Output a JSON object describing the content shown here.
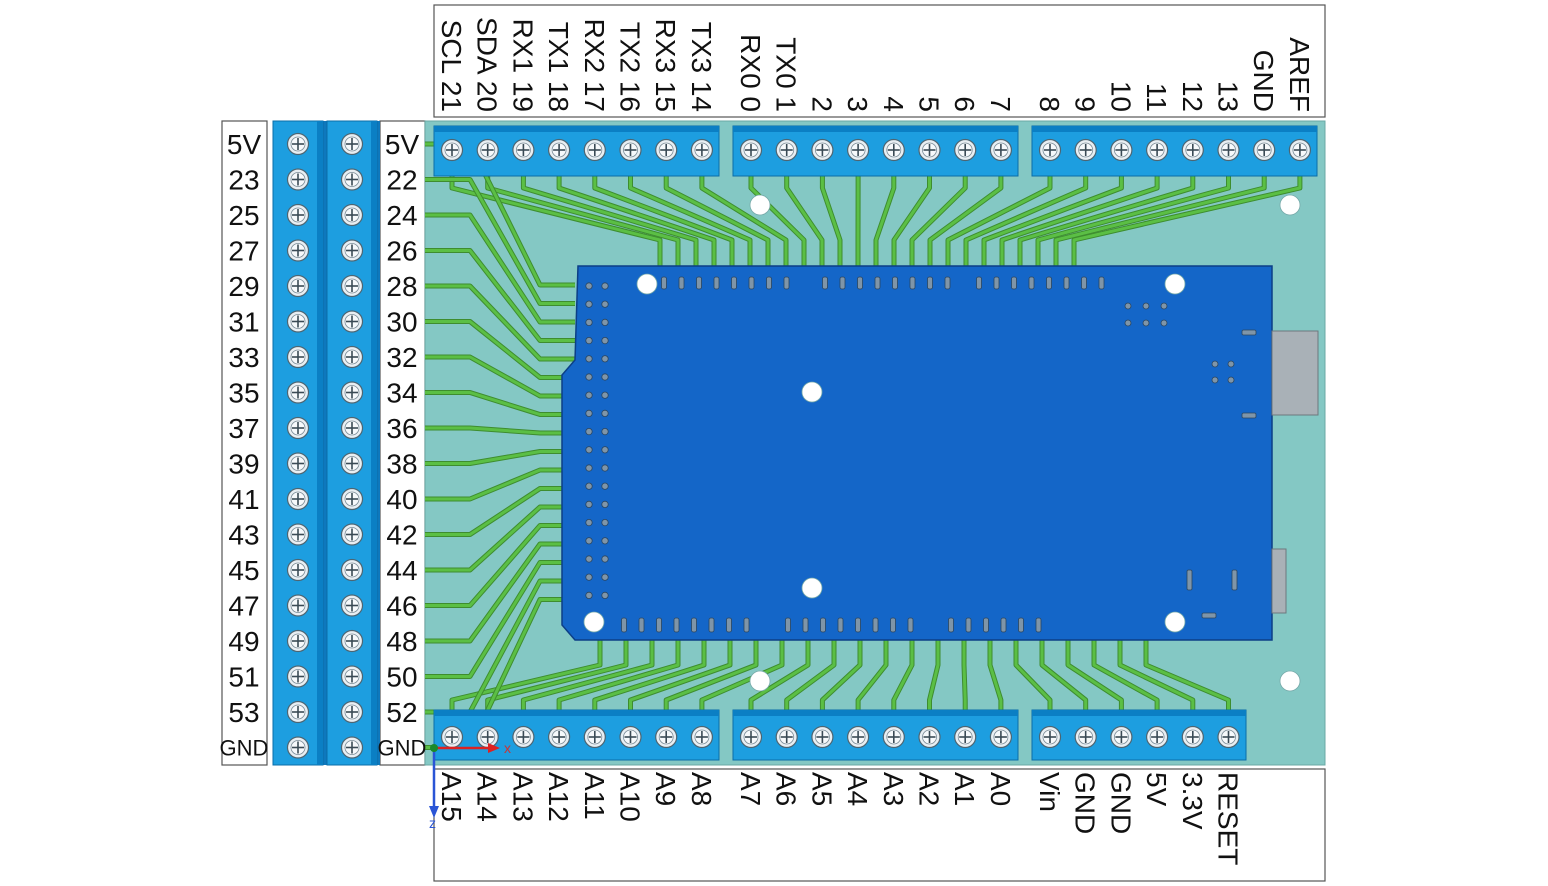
{
  "left_outer_labels": [
    "5V",
    "23",
    "25",
    "27",
    "29",
    "31",
    "33",
    "35",
    "37",
    "39",
    "41",
    "43",
    "45",
    "47",
    "49",
    "51",
    "53",
    "GND"
  ],
  "left_inner_labels": [
    "5V",
    "22",
    "24",
    "26",
    "28",
    "30",
    "32",
    "34",
    "36",
    "38",
    "40",
    "42",
    "44",
    "46",
    "48",
    "50",
    "52",
    "GND"
  ],
  "top_labels": [
    "SCL 21",
    "SDA 20",
    "RX1 19",
    "TX1 18",
    "RX2 17",
    "TX2 16",
    "RX3 15",
    "TX3 14",
    "RX0 0",
    "TX0 1",
    "2",
    "3",
    "4",
    "5",
    "6",
    "7",
    "8",
    "9",
    "10",
    "11",
    "12",
    "13",
    "GND",
    "AREF"
  ],
  "bottom_labels": [
    "A15",
    "A14",
    "A13",
    "A12",
    "A11",
    "A10",
    "A9",
    "A8",
    "A7",
    "A6",
    "A5",
    "A4",
    "A3",
    "A2",
    "A1",
    "A0",
    "Vin",
    "GND",
    "GND",
    "5V",
    "3.3V",
    "RESET"
  ],
  "axis_indicator": {
    "x_label": "x",
    "z_label": "z"
  },
  "colors": {
    "pcb": "#84c8c4",
    "terminal": "#1d9ee0",
    "board": "#1466c8",
    "trace": "#5bbf45"
  },
  "icons": {
    "terminal_screw": "screw-terminal-icon",
    "mount_hole": "mounting-hole-icon"
  }
}
